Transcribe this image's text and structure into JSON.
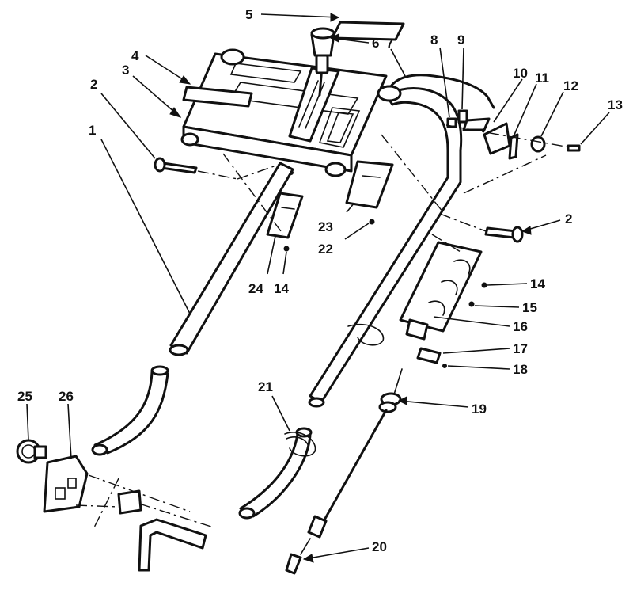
{
  "callouts": [
    {
      "id": "c1",
      "text": "1"
    },
    {
      "id": "c2a",
      "text": "2"
    },
    {
      "id": "c2b",
      "text": "2"
    },
    {
      "id": "c3",
      "text": "3"
    },
    {
      "id": "c4",
      "text": "4"
    },
    {
      "id": "c5",
      "text": "5"
    },
    {
      "id": "c6",
      "text": "6"
    },
    {
      "id": "c7",
      "text": "7"
    },
    {
      "id": "c8",
      "text": "8"
    },
    {
      "id": "c9",
      "text": "9"
    },
    {
      "id": "c10",
      "text": "10"
    },
    {
      "id": "c11",
      "text": "11"
    },
    {
      "id": "c12",
      "text": "12"
    },
    {
      "id": "c13",
      "text": "13"
    },
    {
      "id": "c14a",
      "text": "14"
    },
    {
      "id": "c14b",
      "text": "14"
    },
    {
      "id": "c15",
      "text": "15"
    },
    {
      "id": "c16",
      "text": "16"
    },
    {
      "id": "c17",
      "text": "17"
    },
    {
      "id": "c18",
      "text": "18"
    },
    {
      "id": "c19",
      "text": "19"
    },
    {
      "id": "c20",
      "text": "20"
    },
    {
      "id": "c21",
      "text": "21"
    },
    {
      "id": "c22",
      "text": "22"
    },
    {
      "id": "c23",
      "text": "23"
    },
    {
      "id": "c24",
      "text": "24"
    },
    {
      "id": "c25",
      "text": "25"
    },
    {
      "id": "c26",
      "text": "26"
    }
  ]
}
